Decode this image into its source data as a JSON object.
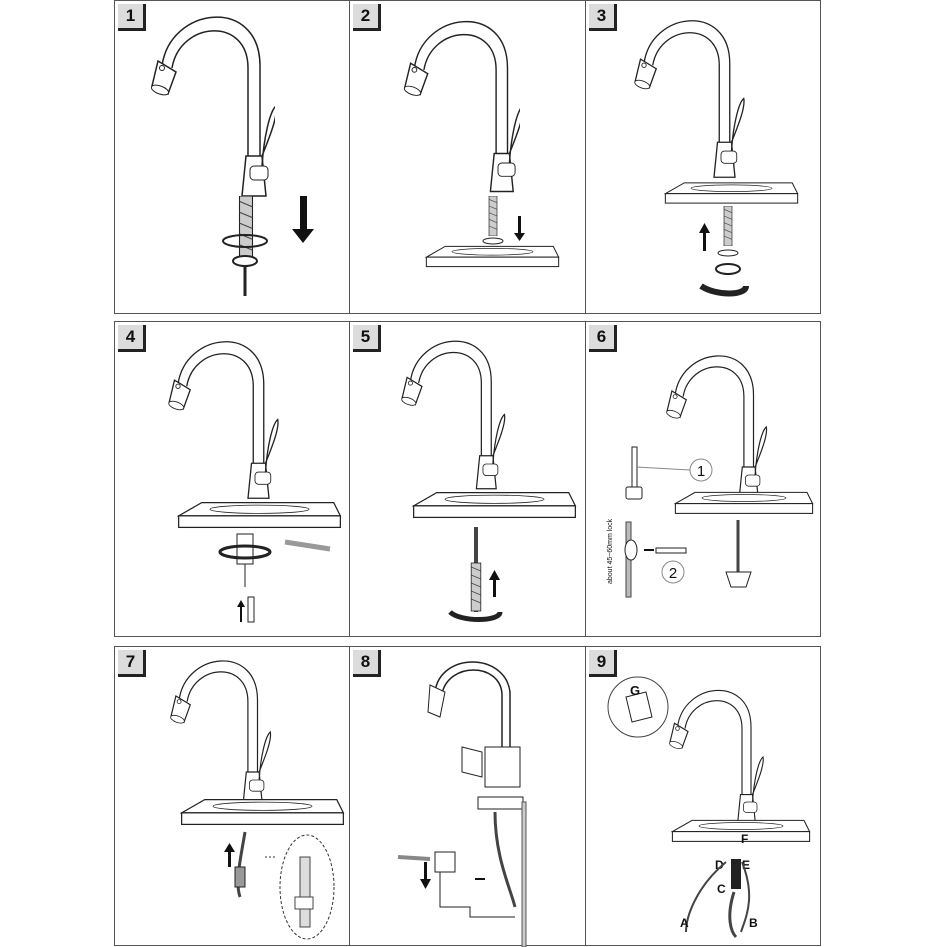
{
  "steps": [
    {
      "number": "1"
    },
    {
      "number": "2"
    },
    {
      "number": "3"
    },
    {
      "number": "4"
    },
    {
      "number": "5"
    },
    {
      "number": "6",
      "lock_note": "about 45~60mm lock",
      "callouts": [
        "1",
        "2"
      ]
    },
    {
      "number": "7"
    },
    {
      "number": "8"
    },
    {
      "number": "9",
      "labels": {
        "a": "A",
        "b": "B",
        "c": "C",
        "d": "D",
        "e": "E",
        "f": "F",
        "g": "G"
      }
    }
  ]
}
